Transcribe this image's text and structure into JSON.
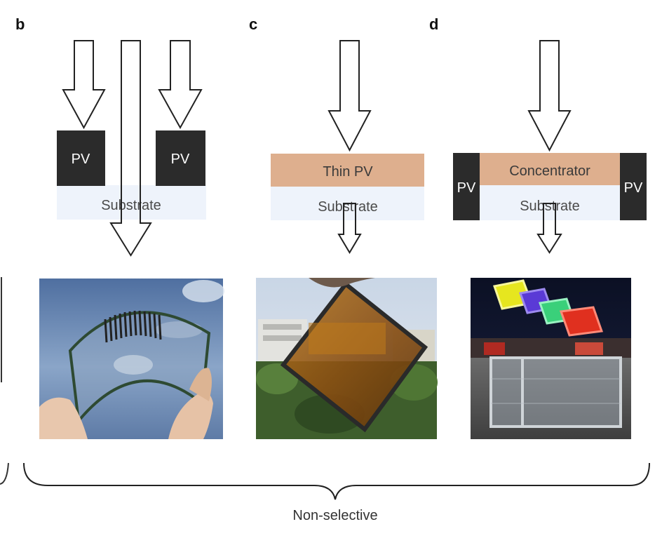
{
  "panels": {
    "b": {
      "letter": "b",
      "pv_left": "PV",
      "pv_right": "PV",
      "substrate": "Substrate",
      "photo": "flexible-transparent-solar-film"
    },
    "c": {
      "letter": "c",
      "thin_pv": "Thin PV",
      "substrate": "Substrate",
      "photo": "tinted-semitransparent-cell-over-buildings"
    },
    "d": {
      "letter": "d",
      "pv_left": "PV",
      "pv_right": "PV",
      "concentrator": "Concentrator",
      "substrate": "Substrate",
      "photo": "luminescent-concentrator-glass-panels"
    }
  },
  "brace_label": "Non-selective",
  "colors": {
    "pv_block": "#2b2b2b",
    "thin_pv": "#deaf8e",
    "substrate": "#eef3fb",
    "text_dark": "#3a3a3a"
  }
}
